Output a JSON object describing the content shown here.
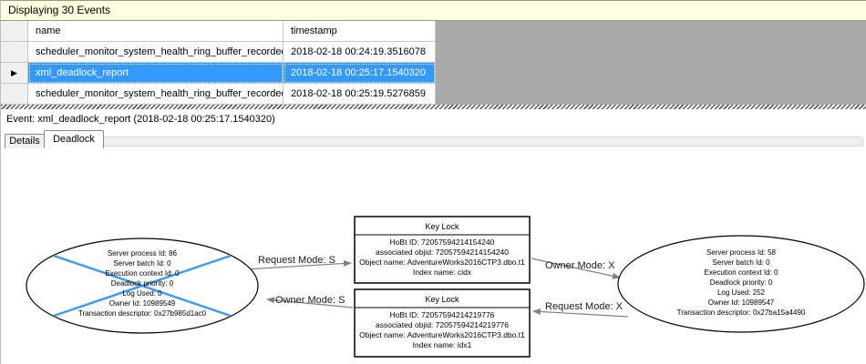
{
  "header": {
    "title": "Displaying 30 Events",
    "bg_color": "#fffee1"
  },
  "grid": {
    "columns": [
      {
        "label": "name"
      },
      {
        "label": "timestamp"
      }
    ],
    "rows": [
      {
        "name": "scheduler_monitor_system_health_ring_buffer_recorded",
        "timestamp": "2018-02-18 00:24:19.3516078"
      },
      {
        "name": "xml_deadlock_report",
        "timestamp": "2018-02-18 00:25:17.1540320"
      },
      {
        "name": "scheduler_monitor_system_health_ring_buffer_recorded",
        "timestamp": "2018-02-18 00:25:19.5276859"
      }
    ],
    "selected_row_index": 1,
    "selected_row_marker": "▶",
    "selection_color": "#3399ff",
    "empty_area_color": "#a9a9a9"
  },
  "event_bar": {
    "text": "Event: xml_deadlock_report (2018-02-18 00:25:17.1540320)"
  },
  "tabs": [
    {
      "label": "Details",
      "active": false
    },
    {
      "label": "Deadlock",
      "active": true
    }
  ],
  "deadlock_graph": {
    "victim_cross_color": "#3e99f5",
    "edge_color": "#808080",
    "processes": [
      {
        "role": "victim",
        "lines": [
          "Server process Id: 86",
          "Server batch Id: 0",
          "Execution context Id: 0",
          "Deadlock priority: 0",
          "Log Used: 0",
          "Owner Id: 10989549",
          "Transaction descriptor: 0x27b985d1ac0"
        ]
      },
      {
        "role": "owner",
        "lines": [
          "Server process Id: 58",
          "Server batch Id: 0",
          "Execution context Id: 0",
          "Deadlock priority: 0",
          "Log Used: 252",
          "Owner Id: 10989547",
          "Transaction descriptor: 0x27ba15a4490"
        ]
      }
    ],
    "resources": [
      {
        "title": "Key Lock",
        "lines": [
          "HoBt ID: 72057594214154240",
          "associated objid: 72057594214154240",
          "Object name: AdventureWorks2016CTP3.dbo.t1",
          "Index name: cidx"
        ]
      },
      {
        "title": "Key Lock",
        "lines": [
          "HoBt ID: 72057594214219776",
          "associated objid: 72057594214219776",
          "Object name: AdventureWorks2016CTP3.dbo.t1",
          "Index name: idx1"
        ]
      }
    ],
    "edges": [
      {
        "label": "Request Mode: S"
      },
      {
        "label": "Owner Mode: S"
      },
      {
        "label": "Owner Mode: X"
      },
      {
        "label": "Request Mode: X"
      }
    ]
  }
}
